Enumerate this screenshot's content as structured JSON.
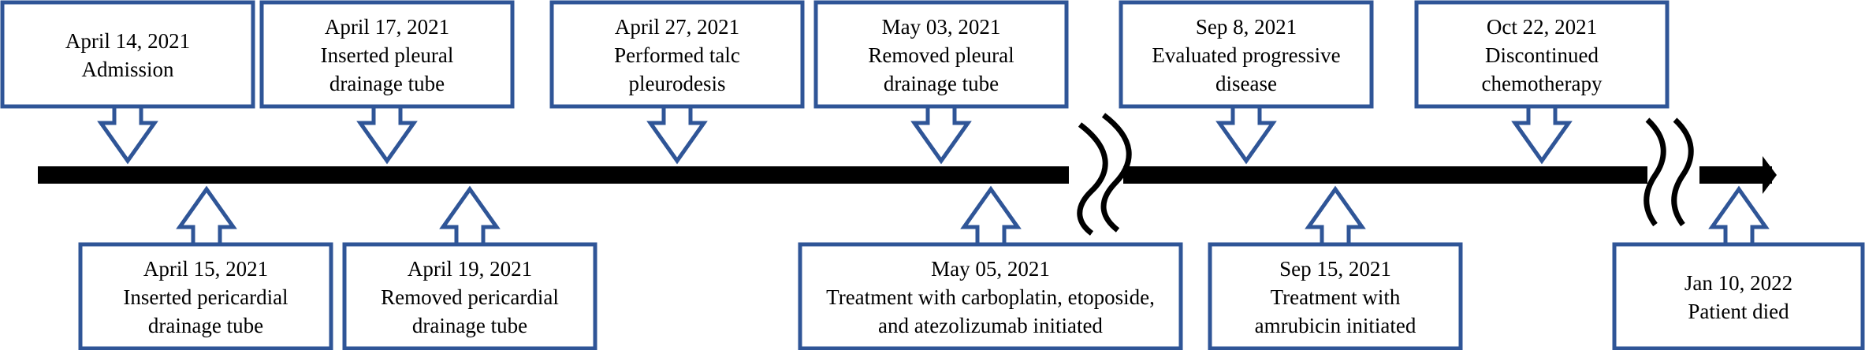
{
  "timeline": {
    "events_above": [
      {
        "date": "April 14, 2021",
        "lines": [
          "Admission"
        ]
      },
      {
        "date": "April 17, 2021",
        "lines": [
          "Inserted pleural",
          "drainage tube"
        ]
      },
      {
        "date": "April 27, 2021",
        "lines": [
          "Performed talc",
          "pleurodesis"
        ]
      },
      {
        "date": "May 03, 2021",
        "lines": [
          "Removed pleural",
          "drainage tube"
        ]
      },
      {
        "date": "Sep 8, 2021",
        "lines": [
          "Evaluated progressive",
          "disease"
        ]
      },
      {
        "date": "Oct 22, 2021",
        "lines": [
          "Discontinued",
          "chemotherapy"
        ]
      }
    ],
    "events_below": [
      {
        "date": "April 15, 2021",
        "lines": [
          "Inserted pericardial",
          "drainage tube"
        ]
      },
      {
        "date": "April 19, 2021",
        "lines": [
          "Removed pericardial",
          "drainage tube"
        ]
      },
      {
        "date": "May 05, 2021",
        "lines": [
          "Treatment with carboplatin, etoposide,",
          "and atezolizumab initiated"
        ]
      },
      {
        "date": "Sep 15, 2021",
        "lines": [
          "Treatment with",
          "amrubicin initiated"
        ]
      },
      {
        "date": "Jan 10, 2022",
        "lines": [
          "Patient died"
        ]
      }
    ]
  },
  "colors": {
    "box_border": "#2f5597",
    "axis": "#000000",
    "text": "#000000"
  }
}
